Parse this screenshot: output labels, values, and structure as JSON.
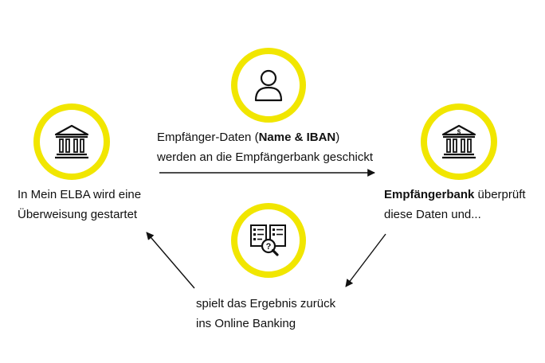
{
  "center_text": {
    "line1_prefix": "Empfänger-Daten (",
    "line1_bold": "Name & IBAN",
    "line1_suffix": ")",
    "line2": "werden an die Empfängerbank geschickt"
  },
  "left_text": {
    "line1": "In Mein ELBA wird eine",
    "line2": "Überweisung gestartet"
  },
  "right_text": {
    "line1_bold": "Empfängerbank",
    "line1_rest": " überprüft",
    "line2": "diese Daten und..."
  },
  "bottom_text": {
    "line1": "spielt das Ergebnis zurück",
    "line2": "ins Online Banking"
  },
  "icons": {
    "top": "user-icon",
    "left": "bank-icon",
    "right": "bank-dollar-icon",
    "bottom": "checklist-search-icon"
  },
  "colors": {
    "ring": "#f1e600",
    "ink": "#111111"
  }
}
